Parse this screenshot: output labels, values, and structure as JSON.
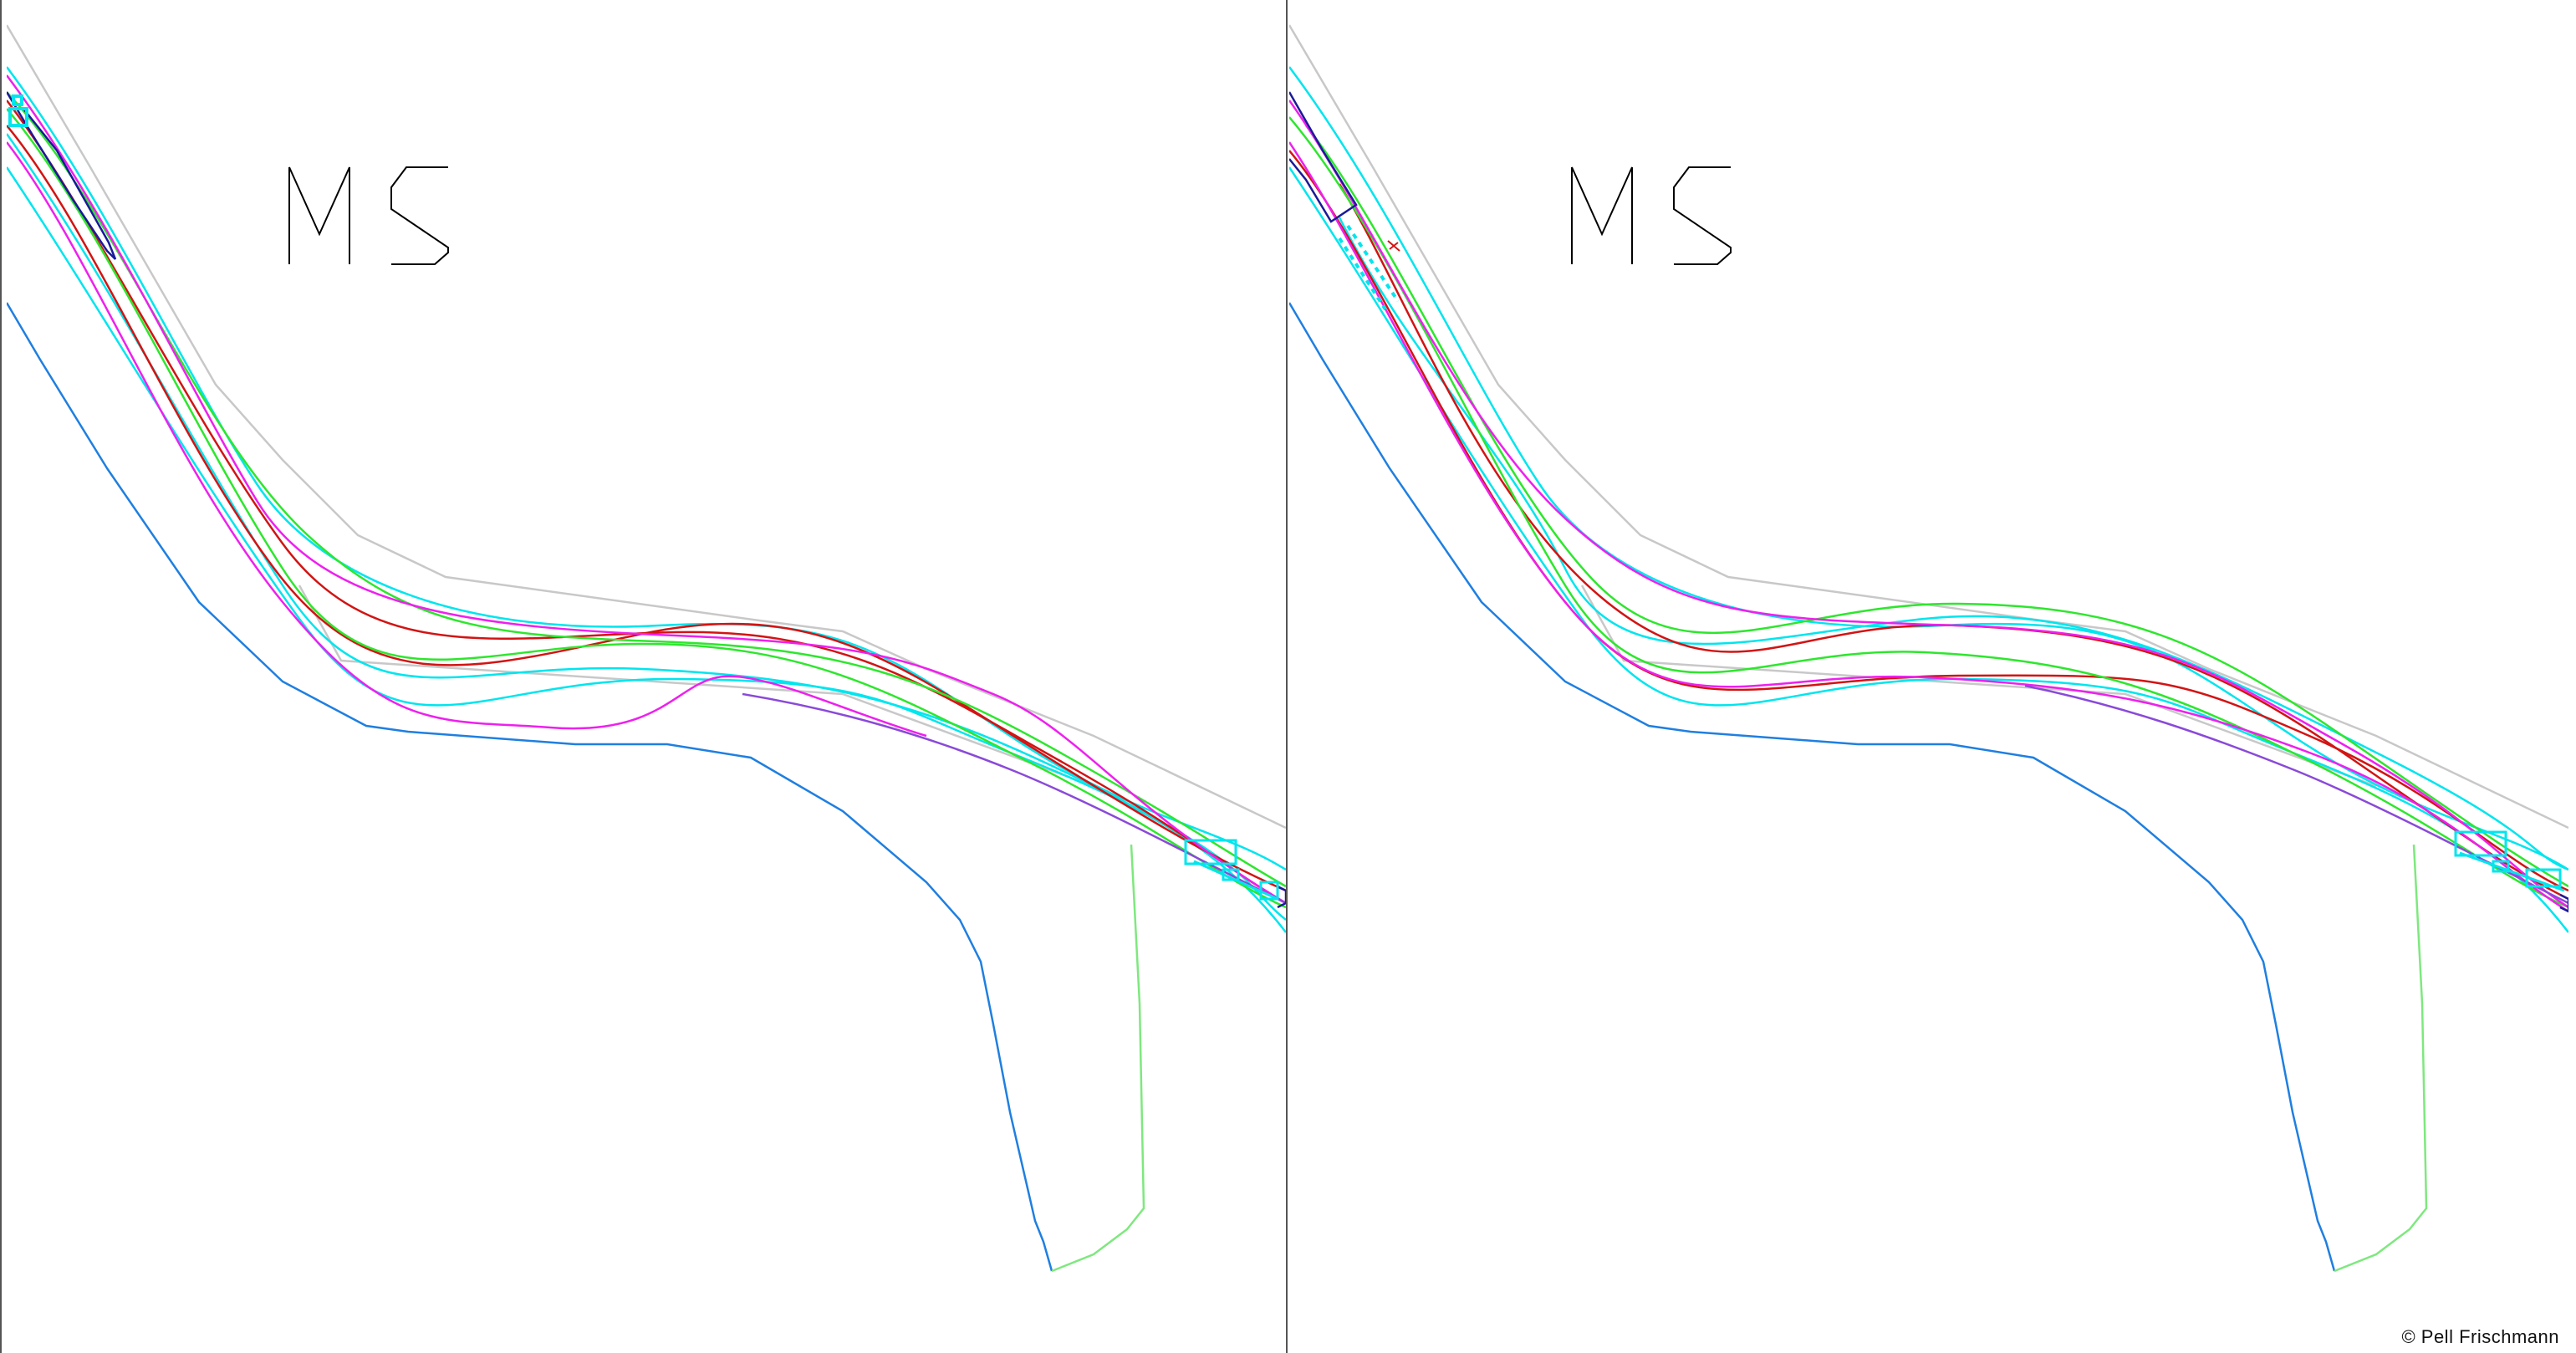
{
  "panels": [
    {
      "label": "MS"
    },
    {
      "label": "MS"
    }
  ],
  "copyright": "© Pell Frischmann",
  "colors": {
    "cyan": "#00e5ee",
    "red": "#d21414",
    "green": "#2ee62e",
    "magenta": "#ee20ee",
    "blue": "#1f7fe0",
    "grey": "#c8c8c8",
    "navy": "#1a1a9a",
    "purple": "#8a4ad8",
    "lightgreen": "#7ee87e"
  }
}
